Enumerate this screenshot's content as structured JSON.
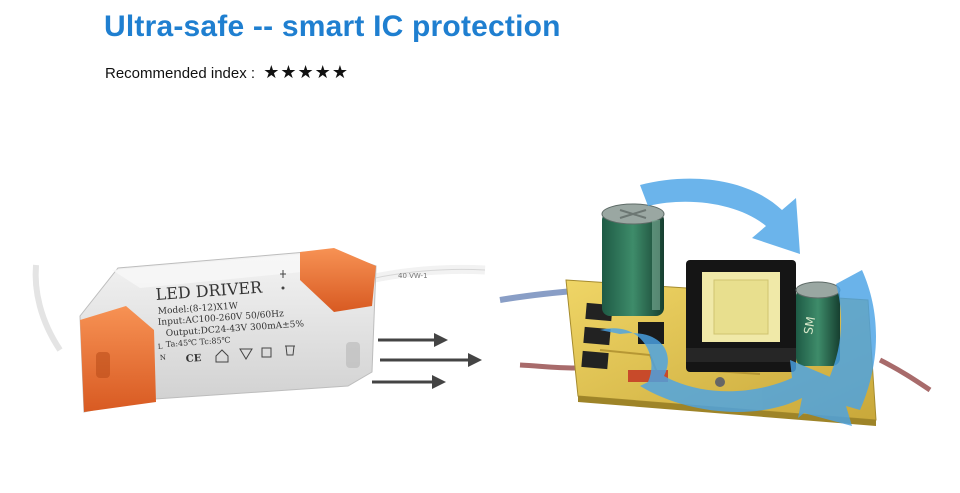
{
  "header": {
    "title": "Ultra-safe -- smart IC protection",
    "rating_label": "Recommended index :",
    "rating_stars": "★★★★★",
    "accent_color": "#1f7fd0"
  },
  "device_label": {
    "title": "LED DRIVER",
    "model": "Model:(8-12)X1W",
    "input": "Input:AC100-260V 50/60Hz",
    "output": "Output:DC24-43V  300mA±5%",
    "temps": "Ta:45℃  Tc:85℃",
    "line_l": "L",
    "line_n": "N",
    "cert_ce": "CE",
    "cable_print": "40 VW-1",
    "housing_colors": {
      "body": "#e9e9e9",
      "cap": "#f07a3c"
    }
  },
  "board": {
    "cap_print": "SM",
    "pcb_color": "#e3c64a",
    "arrow_color": "#4aa3e6"
  },
  "icons": [
    "flow-arrow-icon",
    "ce-mark-icon",
    "house-icon",
    "triangle-icon",
    "square-icon",
    "bin-icon"
  ]
}
